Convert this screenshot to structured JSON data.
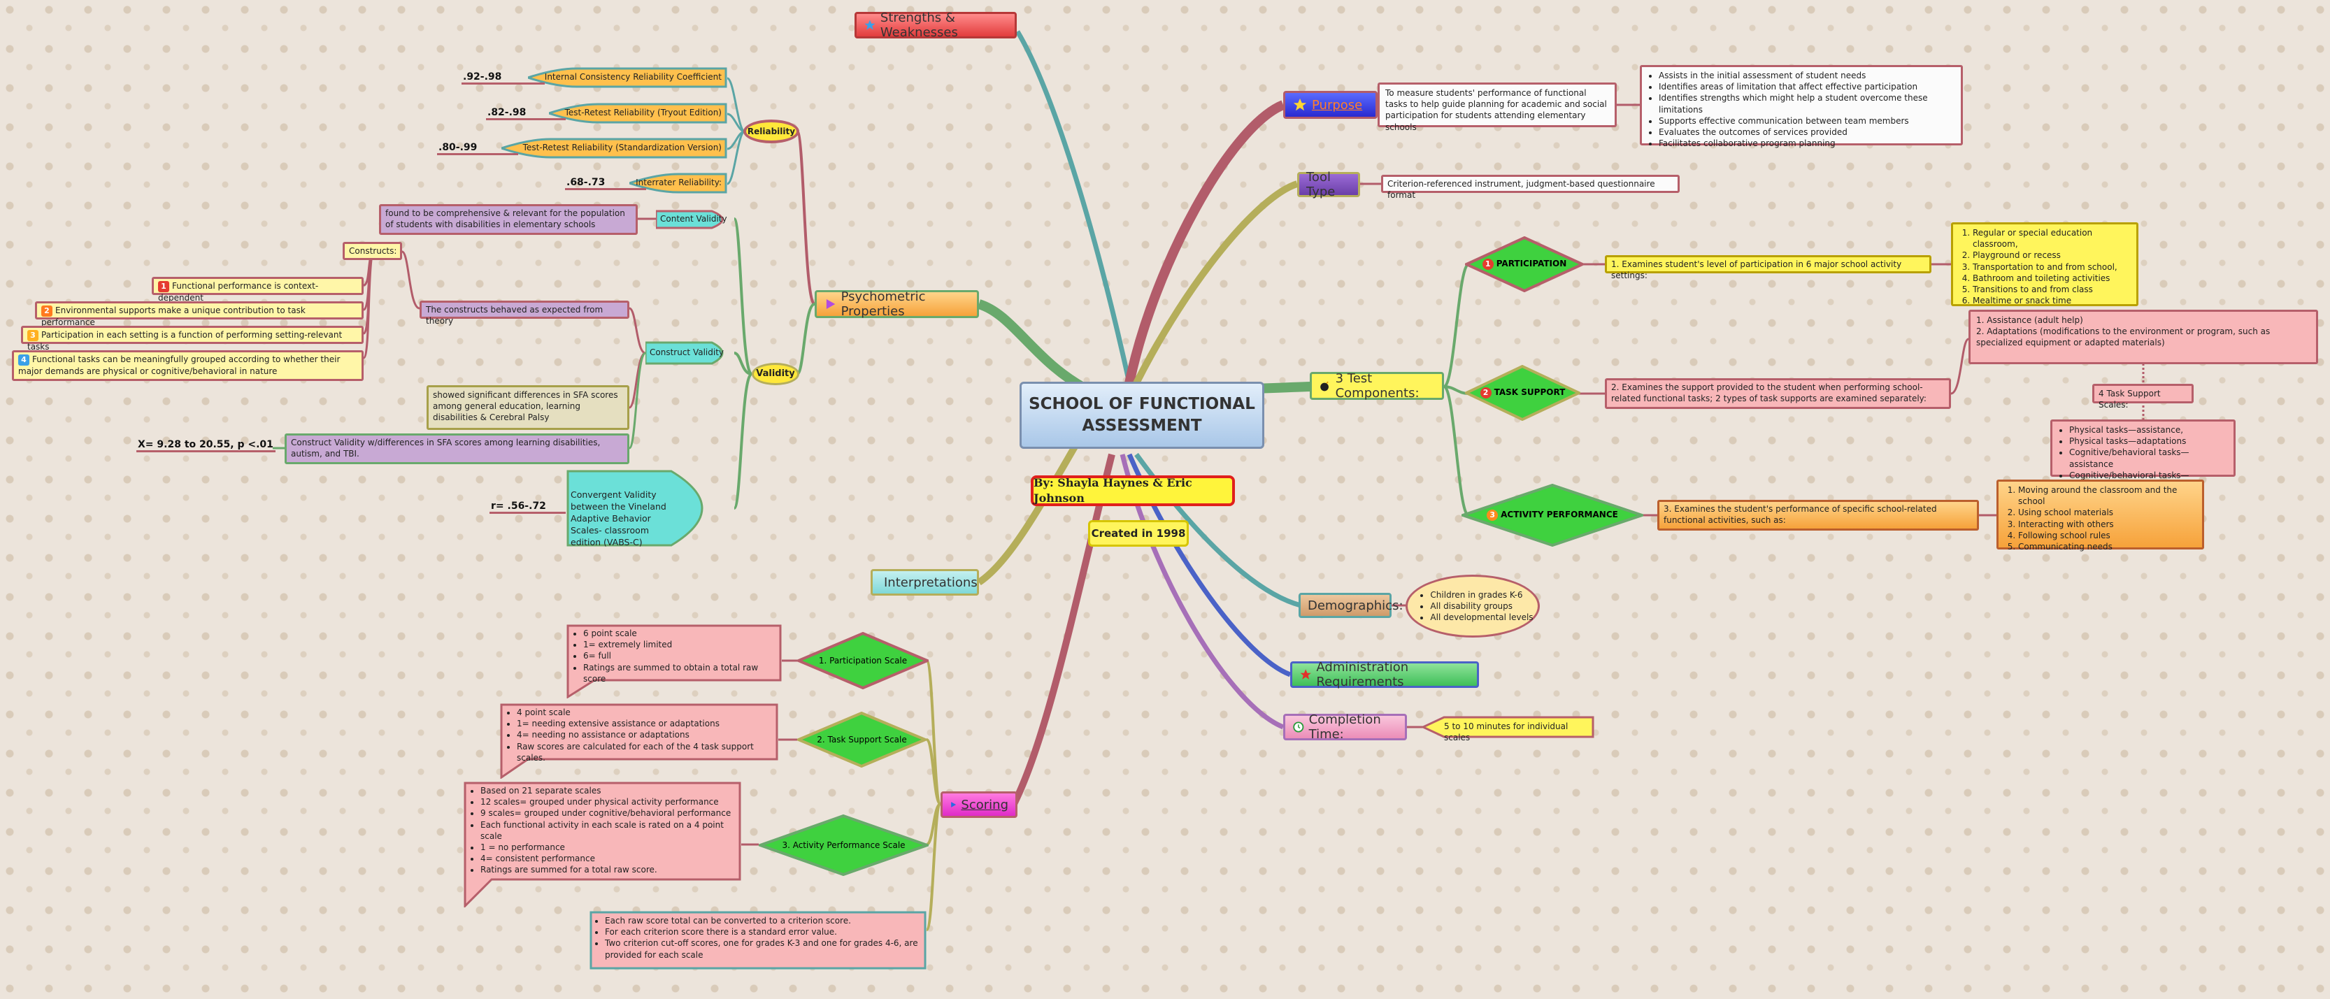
{
  "center": {
    "title": "SCHOOL OF FUNCTIONAL ASSESSMENT",
    "authors": "By: Shayla Haynes & Eric Johnson",
    "created": "Created in 1998"
  },
  "strengths": {
    "label": "Strengths & Weaknesses"
  },
  "purpose": {
    "label": "Purpose",
    "text": "To measure students' performance of functional tasks to help guide planning for academic and social participation for students attending elementary schools",
    "items": [
      "Assists in the initial assessment of student needs",
      "Identifies areas of limitation that affect effective participation",
      "Identifies strengths which might help a student overcome these limitations",
      "Supports effective communication between team members",
      "Evaluates the outcomes of services provided",
      "Facilitates collaborative program planning"
    ]
  },
  "tooltype": {
    "label": "Tool Type",
    "text": "Criterion-referenced instrument, judgment-based questionnaire format"
  },
  "components": {
    "label": "3 Test Components:",
    "participation": {
      "label": "PARTICIPATION",
      "text": "1. Examines student's level of participation in 6 major school activity settings:",
      "items": [
        "Regular or special education classroom,",
        "Playground or recess",
        "Transportation to and from school,",
        "Bathroom and toileting activities",
        "Transitions to and from class",
        "Mealtime or snack time"
      ]
    },
    "tasksupport": {
      "label": "TASK SUPPORT",
      "text": "2.  Examines the support provided to the student when performing school-related functional tasks; 2 types of task supports are examined separately:",
      "items": [
        "1.  Assistance (adult help)",
        "2.  Adaptations (modifications to the environment or program, such as specialized equipment or adapted materials)"
      ],
      "scales_label": "4 Task Support Scales:",
      "scales": [
        "Physical tasks—assistance,",
        "Physical tasks—adaptations",
        "Cognitive/behavioral tasks—assistance",
        "Cognitive/behavioral tasks—adaptations"
      ]
    },
    "activity": {
      "label": "ACTIVITY PERFORMANCE",
      "text": "3.  Examines the student's performance of specific school-related functional activities, such as:",
      "items": [
        "Moving around the classroom and the school",
        "Using school materials",
        "Interacting with others",
        "Following school rules",
        "Communicating needs"
      ]
    }
  },
  "demographics": {
    "label": "Demographics:",
    "items": [
      "Children in grades K-6",
      "All disability groups",
      "All developmental levels"
    ]
  },
  "administration": {
    "label": "Administration Requirements"
  },
  "completion": {
    "label": "Completion Time:",
    "text": "5 to 10 minutes for individual scales"
  },
  "psychometric": {
    "label": "Psychometric Properties"
  },
  "reliability": {
    "label": "Reliability",
    "rows": [
      {
        "name": "Internal Consistency Reliability Coefficient",
        "value": ".92-.98"
      },
      {
        "name": "Test-Retest Reliability (Tryout Edition)",
        "value": ".82-.98"
      },
      {
        "name": "Test-Retest Reliability (Standardization Version)",
        "value": ".80-.99"
      },
      {
        "name": "Interrater Reliability:",
        "value": ".68-.73"
      }
    ]
  },
  "validity": {
    "label": "Validity",
    "content": {
      "label": "Content Validity",
      "text": "found to be comprehensive & relevant for the population of students with disabilities in elementary schools"
    },
    "construct": {
      "label": "Construct Validity",
      "theory": "The constructs behaved as expected from theory",
      "constructs_label": "Constructs:",
      "constructs": [
        "Functional performance is context-dependent",
        "Environmental supports make a unique contribution to task performance",
        "Participation in each setting is a function of performing setting-relevant tasks",
        "Functional tasks can be meaningfully grouped according to whether their major demands are physical or cognitive/behavioral in nature"
      ],
      "differences": "showed significant differences in SFA scores among general education, learning disabilities & Cerebral Palsy",
      "diff_text": "Construct Validity w/differences in SFA scores among learning disabilities, autism, and TBI.",
      "stat": "X= 9.28 to 20.55, p <.01"
    },
    "convergent": {
      "text": "Convergent Validity between the Vineland Adaptive Behavior Scales- classroom edition (VABS-C)",
      "value": "r= .56-.72"
    }
  },
  "interpretations": {
    "label": "Interpretations"
  },
  "scoring": {
    "label": "Scoring",
    "participation": {
      "label": "1. Participation Scale",
      "items": [
        "6 point scale",
        "1= extremely limited",
        "6= full",
        "Ratings are summed to obtain a total raw score"
      ]
    },
    "tasksupport": {
      "label": "2. Task Support Scale",
      "items": [
        "4 point scale",
        "1= needing extensive assistance or adaptations",
        "4= needing no assistance or adaptations",
        "Raw scores are calculated for each of the 4 task support scales."
      ]
    },
    "activity": {
      "label": "3. Activity Performance Scale",
      "items": [
        "Based on 21 separate scales",
        "12 scales= grouped under physical activity performance",
        "9 scales= grouped under cognitive/behavioral performance",
        "Each functional activity in each scale is rated on a 4 point scale",
        "1 = no performance",
        "4= consistent performance",
        "Ratings are summed for a total raw score."
      ]
    },
    "criterion": [
      "Each raw score total can be converted to a criterion score.",
      "For each criterion score there is a standard error value.",
      "Two criterion cut-off scores, one for grades K-3 and one for grades 4-6, are provided for each scale"
    ]
  }
}
